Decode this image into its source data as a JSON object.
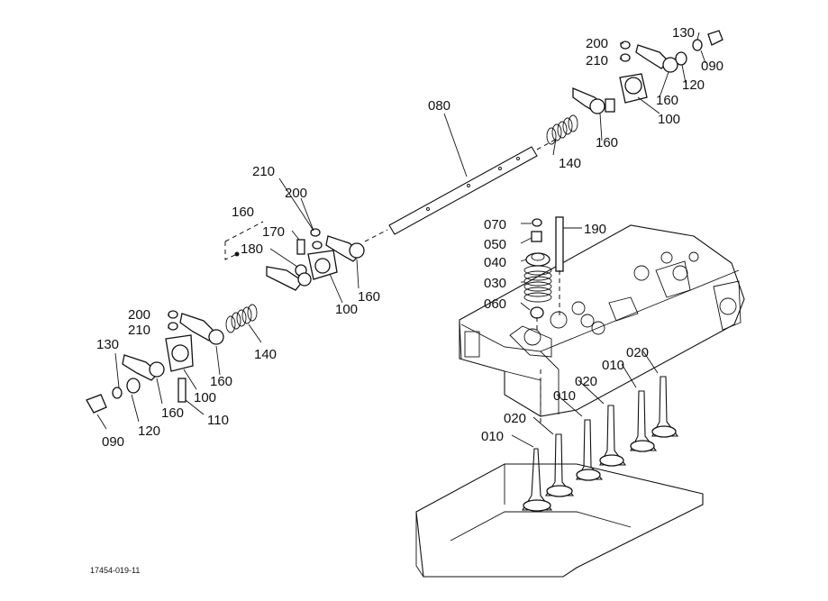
{
  "figure_code": "17454-019-11",
  "callouts": {
    "rocker_shaft": "080",
    "spring_right": "140",
    "rocker_right_inner": "160",
    "bracket_right": "100",
    "arm_right_outer": "160",
    "washer_right": "120",
    "bolt_right": "090",
    "plug_right": "130",
    "nut_right": "200",
    "washer_small_right": "210",
    "nut_mid": "200",
    "washer_small_mid": "210",
    "bracket_group": "160",
    "pin_mid": "170",
    "screw_mid": "180",
    "arm_mid": "160",
    "bracket_mid": "100",
    "spring_left": "140",
    "nut_left": "200",
    "washer_small_left": "210",
    "arm_left": "160",
    "bracket_left": "100",
    "plug_left": "130",
    "washer_left": "120",
    "rocker_left": "160",
    "pin_left": "110",
    "bolt_left": "090",
    "cotter": "070",
    "retainer": "050",
    "spring_seat": "040",
    "valve_spring": "030",
    "stem_seal": "060",
    "stud": "190",
    "valve_a": "010",
    "valve_b": "020",
    "valve_c": "010",
    "valve_d": "020",
    "valve_e": "010",
    "valve_f": "020"
  }
}
